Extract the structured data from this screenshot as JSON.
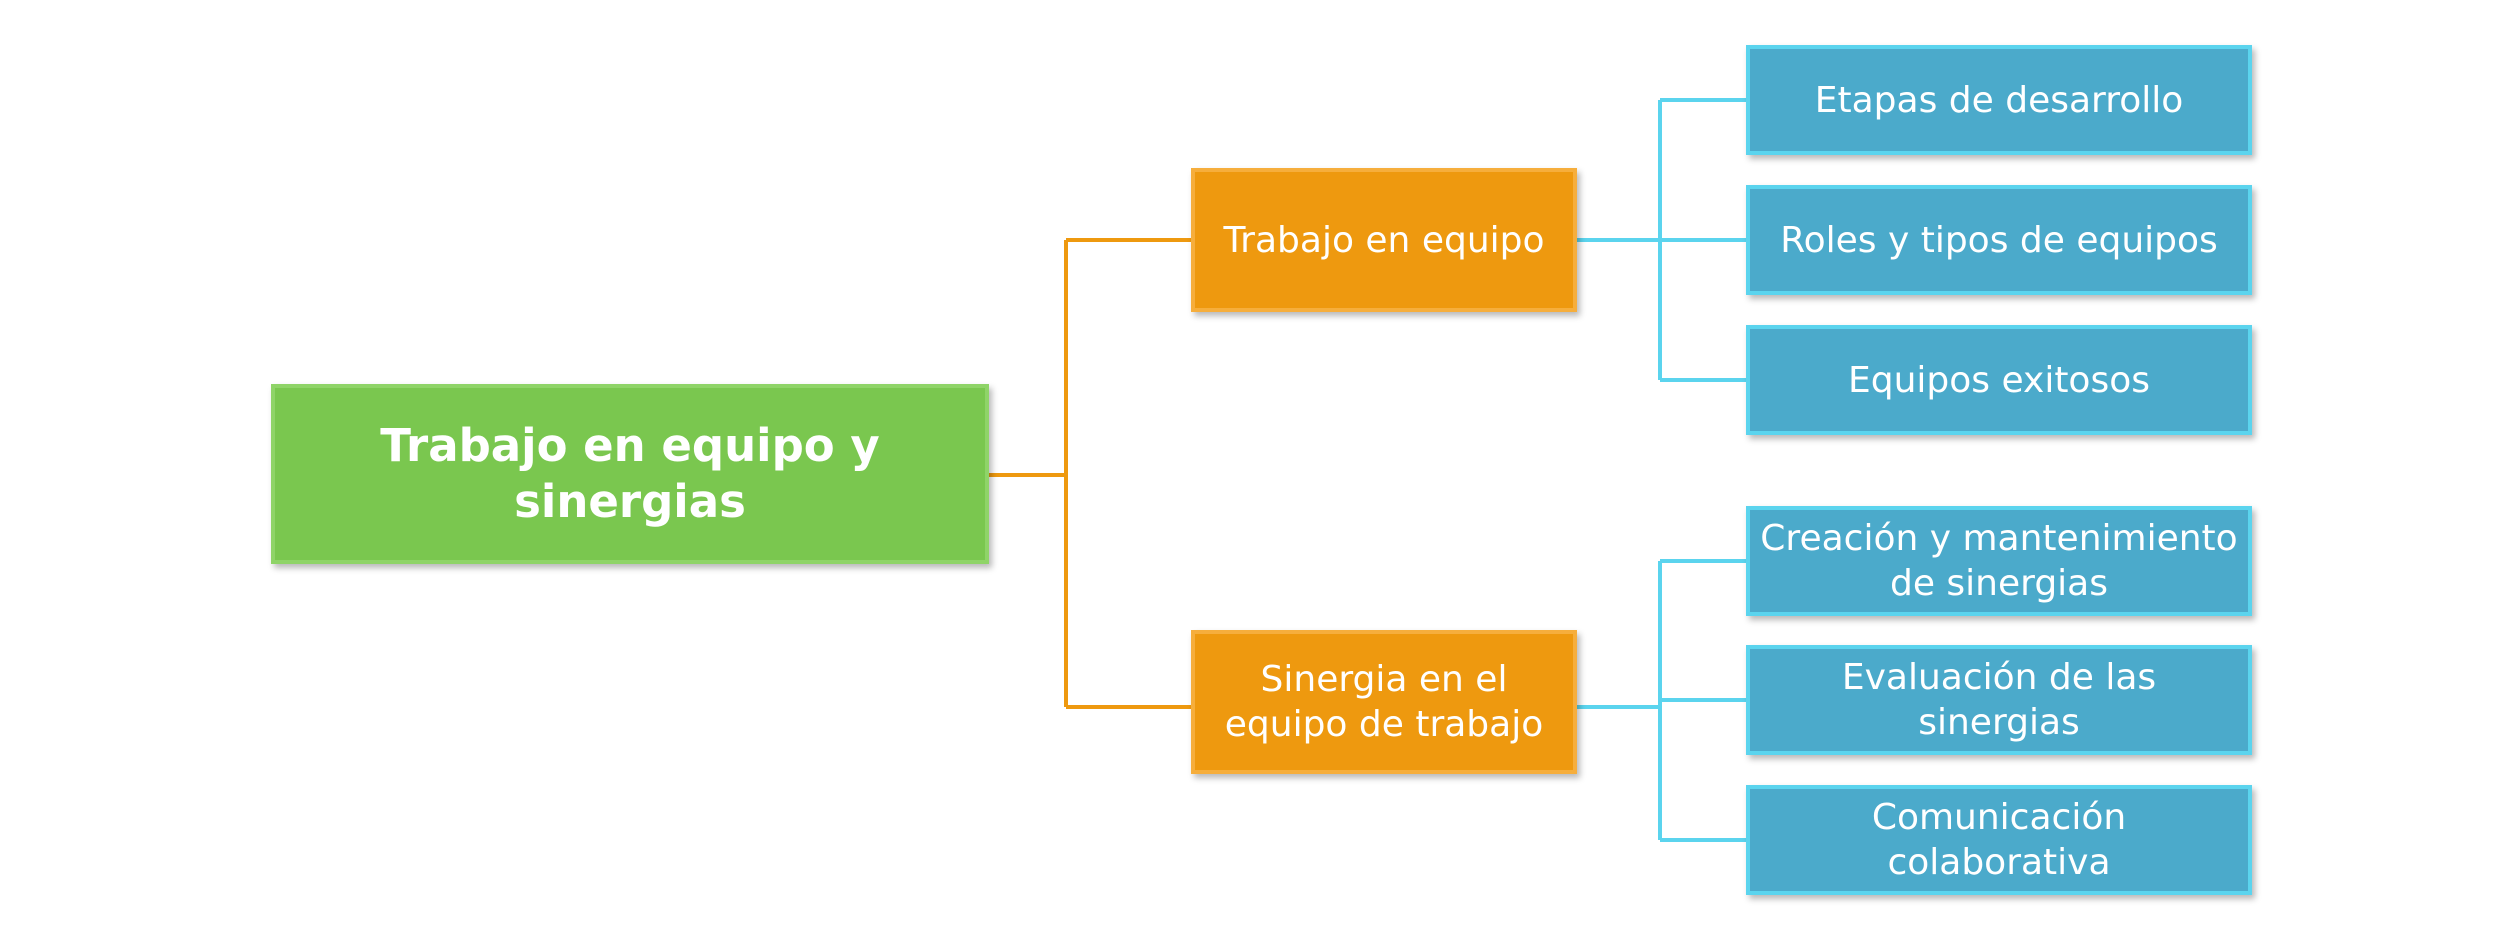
{
  "diagram": {
    "root": {
      "label": "Trabajo en equipo y sinergias"
    },
    "branches": [
      {
        "label": "Trabajo en equipo",
        "children": [
          "Etapas de desarrollo",
          "Roles y tipos de equipos",
          "Equipos exitosos"
        ]
      },
      {
        "label": "Sinergia en el equipo de trabajo",
        "children": [
          "Creación y mantenimiento de sinergias",
          "Evaluación de las sinergias",
          "Comunicación colaborativa"
        ]
      }
    ],
    "colors": {
      "root": "#7AC74F",
      "branch": "#EE990F",
      "leaf": "#4BAACB",
      "root_connector": "#EE990F",
      "leaf_connector": "#5BD4EE"
    }
  }
}
